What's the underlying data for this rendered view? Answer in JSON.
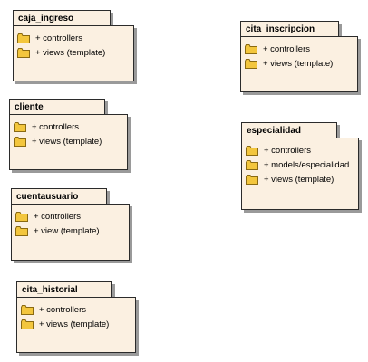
{
  "packages": [
    {
      "name": "caja_ingreso",
      "items": [
        "+ controllers",
        "+ views (template)"
      ]
    },
    {
      "name": "cliente",
      "items": [
        "+ controllers",
        "+ views (template)"
      ]
    },
    {
      "name": "cuentausuario",
      "items": [
        "+ controllers",
        "+ view (template)"
      ]
    },
    {
      "name": "cita_historial",
      "items": [
        "+ controllers",
        "+ views (template)"
      ]
    },
    {
      "name": "cita_inscripcion",
      "items": [
        "+ controllers",
        "+ views (template)"
      ]
    },
    {
      "name": "especialidad",
      "items": [
        "+ controllers",
        "+ models/especialidad",
        "+ views (template)"
      ]
    }
  ],
  "colors": {
    "fill": "#fbf0e1",
    "border": "#2b2b2b",
    "shadow": "#9a9a9a",
    "folder": "#f3c63d"
  },
  "icon": "folder-icon"
}
